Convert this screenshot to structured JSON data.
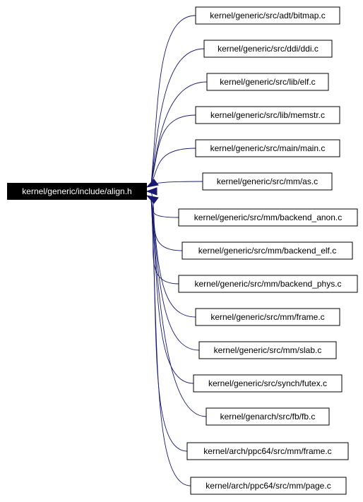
{
  "graph": {
    "source": {
      "label": "kernel/generic/include/align.h",
      "fill": "#000000",
      "text_color": "#ffffff"
    },
    "edge_color": "#191970",
    "targets": [
      "kernel/generic/src/adt/bitmap.c",
      "kernel/generic/src/ddi/ddi.c",
      "kernel/generic/src/lib/elf.c",
      "kernel/generic/src/lib/memstr.c",
      "kernel/generic/src/main/main.c",
      "kernel/generic/src/mm/as.c",
      "kernel/generic/src/mm/backend_anon.c",
      "kernel/generic/src/mm/backend_elf.c",
      "kernel/generic/src/mm/backend_phys.c",
      "kernel/generic/src/mm/frame.c",
      "kernel/generic/src/mm/slab.c",
      "kernel/generic/src/synch/futex.c",
      "kernel/genarch/src/fb/fb.c",
      "kernel/arch/ppc64/src/mm/frame.c",
      "kernel/arch/ppc64/src/mm/page.c"
    ]
  }
}
